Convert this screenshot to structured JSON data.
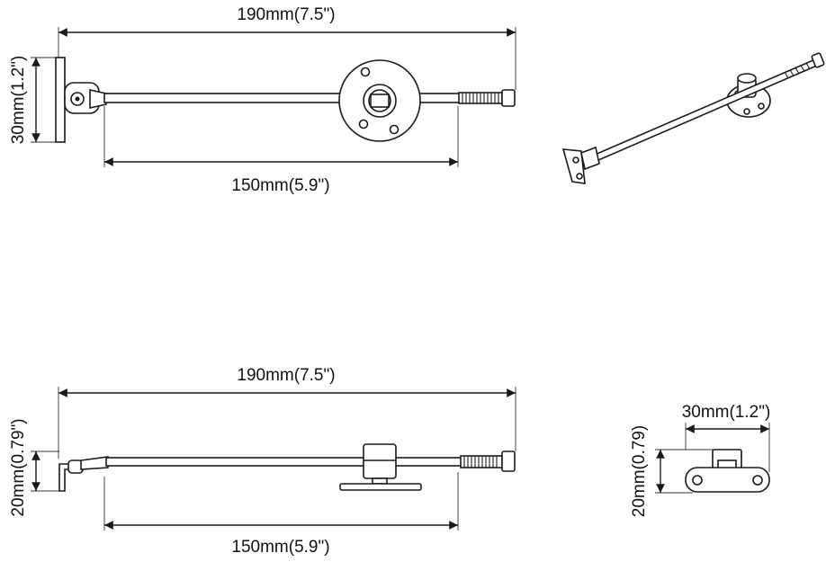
{
  "top_view": {
    "overall_length": "190mm(7.5\")",
    "bracket_height": "30mm(1.2\")",
    "pin_span": "150mm(5.9\")"
  },
  "side_view": {
    "overall_length": "190mm(7.5\")",
    "bracket_height": "20mm(0.79\")",
    "pin_span": "150mm(5.9\")"
  },
  "end_view": {
    "plate_width": "30mm(1.2\")",
    "height": "20mm(0.79)"
  }
}
